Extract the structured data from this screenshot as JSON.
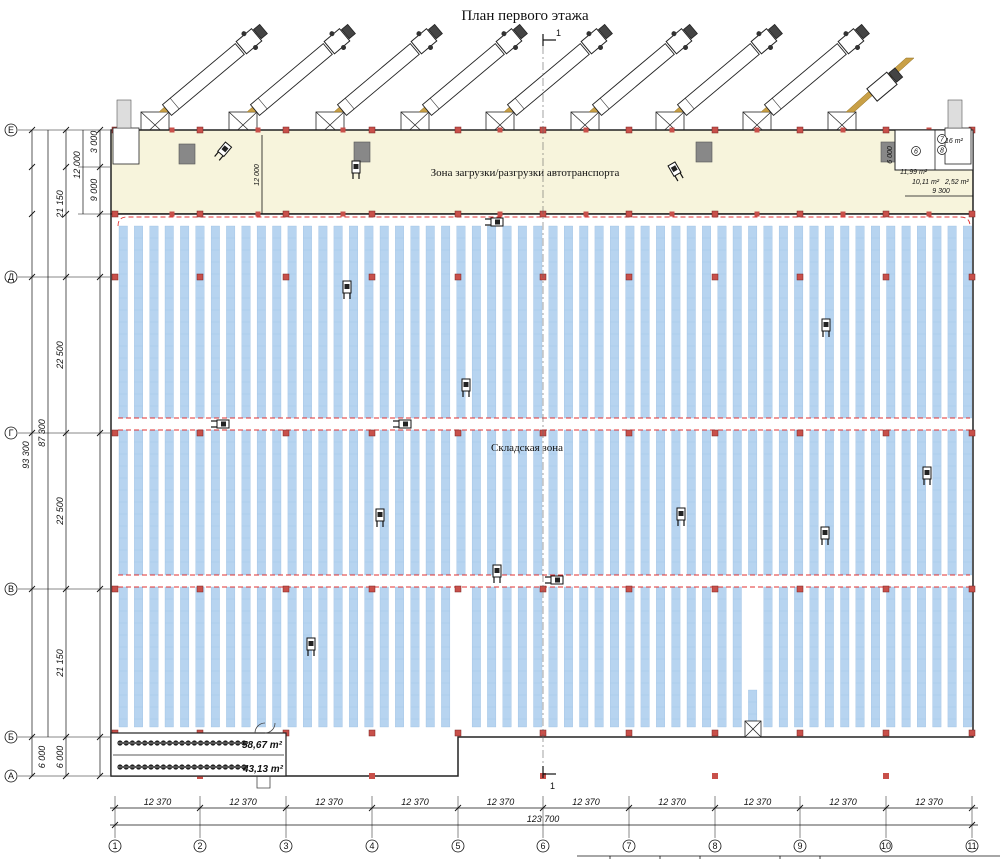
{
  "title": "План первого этажа",
  "zones": {
    "loading": "Зона загрузки/разгрузки автотранспорта",
    "storage": "Складская зона"
  },
  "section_mark": "1",
  "left_dimensions": {
    "inner": [
      "3 000",
      "12 000",
      "9 000",
      "22 500",
      "22 500",
      "21 150",
      "6 000"
    ],
    "middle": [
      "21 150",
      "87 300",
      "6 000"
    ],
    "outer": "93 300"
  },
  "row_axes": [
    "Е",
    "Д",
    "Г",
    "В",
    "Б",
    "А"
  ],
  "column_axes": [
    "1",
    "2",
    "3",
    "4",
    "5",
    "6",
    "7",
    "8",
    "9",
    "10",
    "11"
  ],
  "bay_dimensions": [
    "12 370",
    "12 370",
    "12 370",
    "12 370",
    "12 370",
    "12 370",
    "12 370",
    "12 370",
    "12 370",
    "12 370"
  ],
  "total_width": "123 700",
  "dock_dim": "12 000",
  "right_block": {
    "dim_vertical": "6 000",
    "dim_horizontal": "9 300",
    "rooms": [
      "10,11 m²",
      "2,52 m²",
      "16 m²"
    ],
    "left_small": "11,99 m²",
    "circles": [
      "7",
      "8",
      "6"
    ]
  },
  "office": {
    "area_top": "58,67 m²",
    "area_bottom": "43,13 m²"
  },
  "colors": {
    "loading_zone": "#f7f4dc",
    "rack": "#b7d4f0",
    "aisle_line": "#e03030",
    "column": "#c8504a",
    "ramp": "#c9a046",
    "floor": "#ffffff"
  }
}
